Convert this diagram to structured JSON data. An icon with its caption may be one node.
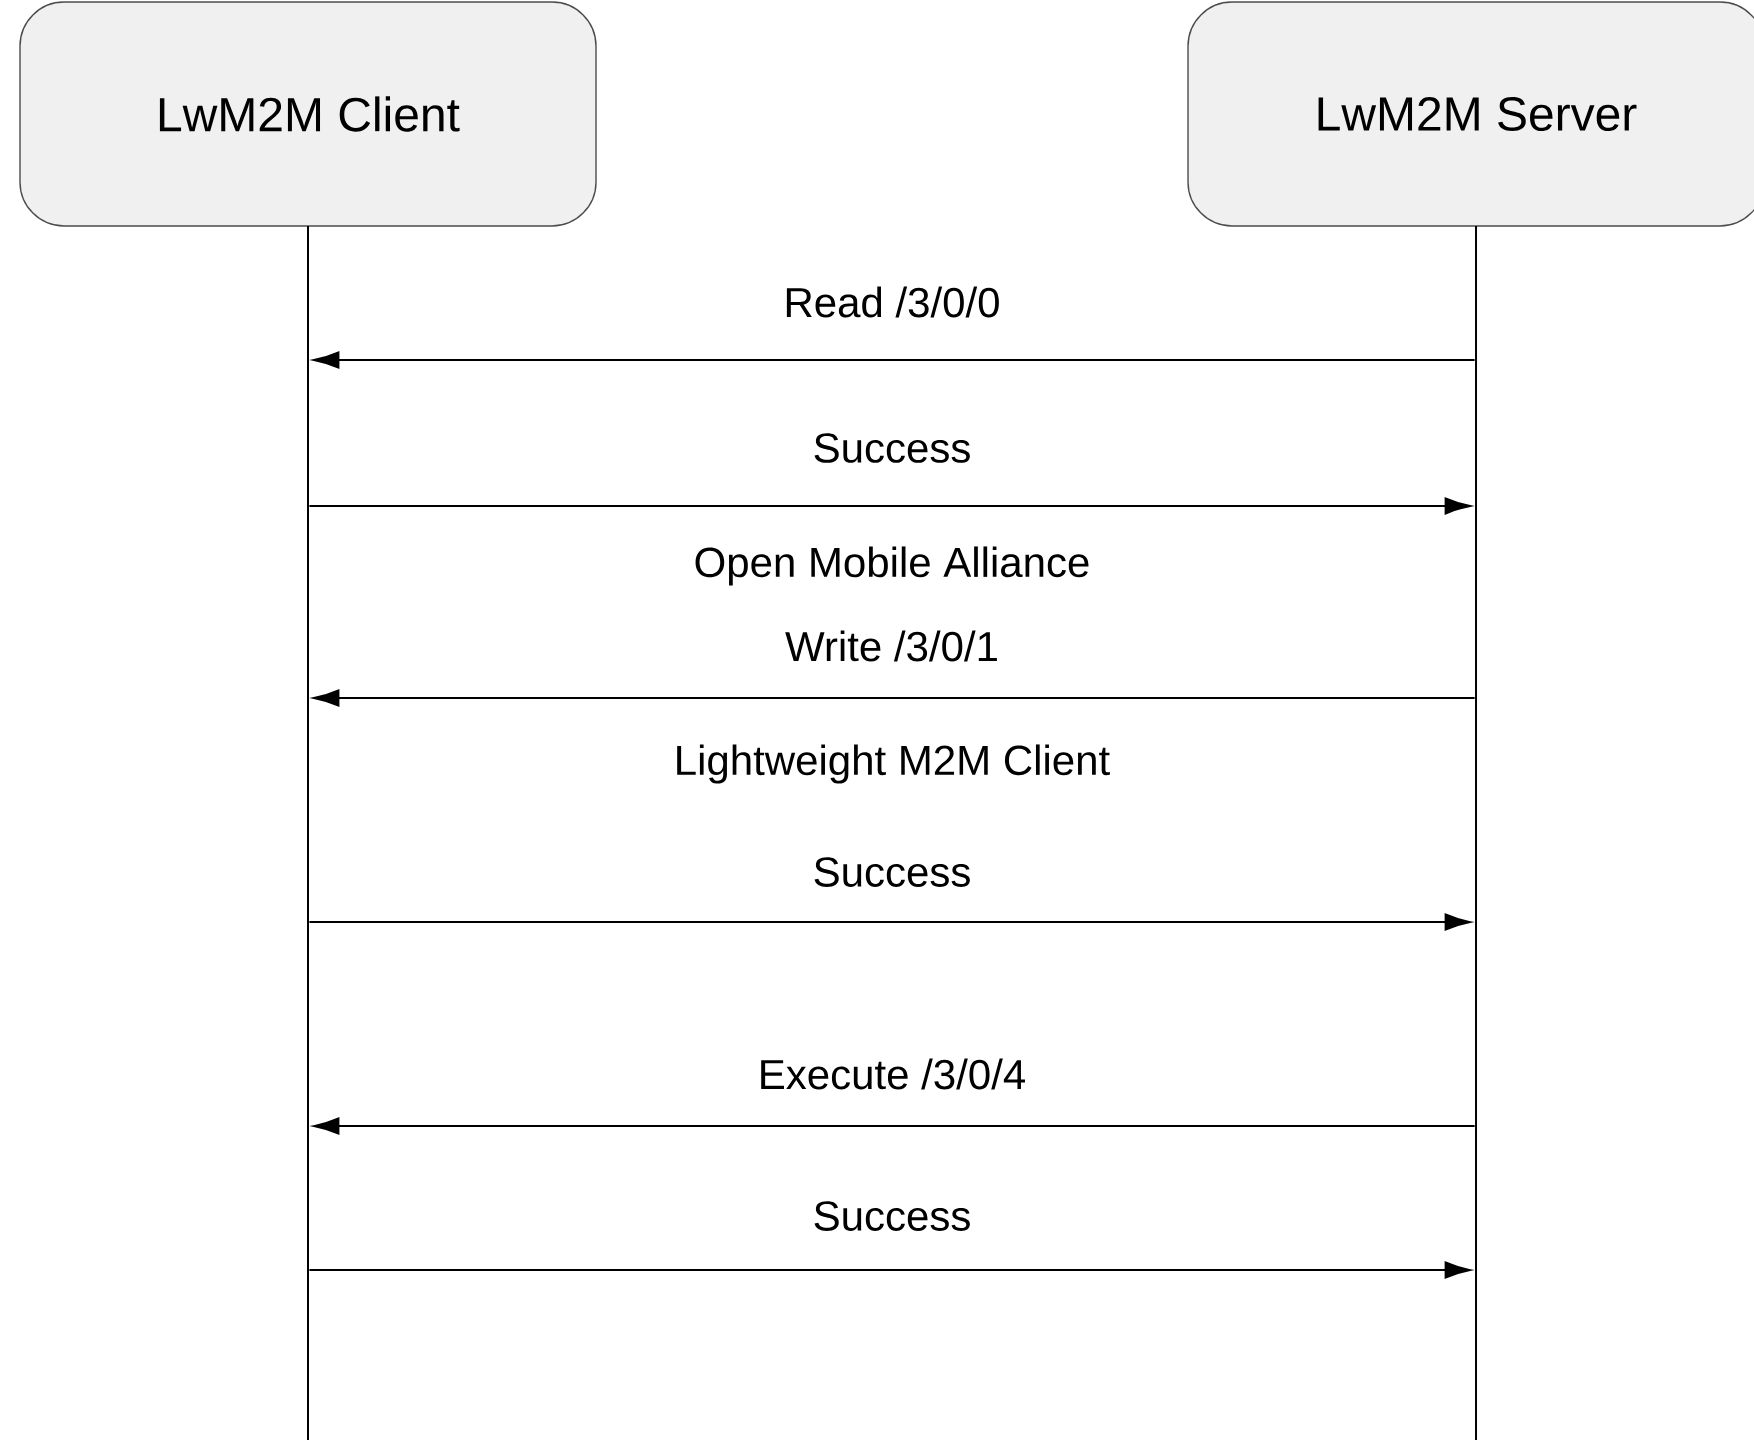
{
  "diagram": {
    "nodes": [
      {
        "text": [
          "LwM2M Client"
        ]
      },
      {
        "text": [
          "LwM2M Server"
        ]
      },
      {
        "text": [],
        "shape": "line"
      },
      {
        "text": [],
        "shape": "line"
      }
    ],
    "edges": [
      {
        "from": 3,
        "to": 2,
        "arrow": "to",
        "label": "Read /3/0/0"
      },
      {
        "from": 2,
        "to": 3,
        "arrow": "to",
        "label": "Success"
      },
      {
        "from": 3,
        "to": 2,
        "arrow": "to",
        "label": "Write /3/0/1"
      },
      {
        "from": 2,
        "to": 3,
        "arrow": "to",
        "label": "Success"
      },
      {
        "from": 3,
        "to": 2,
        "arrow": "to",
        "label": "Execute /3/0/4"
      },
      {
        "from": 2,
        "to": 3,
        "arrow": "to",
        "label": "Success"
      }
    ],
    "labels": [
      "Open Mobile Alliance",
      "Lightweight M2M Client"
    ]
  }
}
